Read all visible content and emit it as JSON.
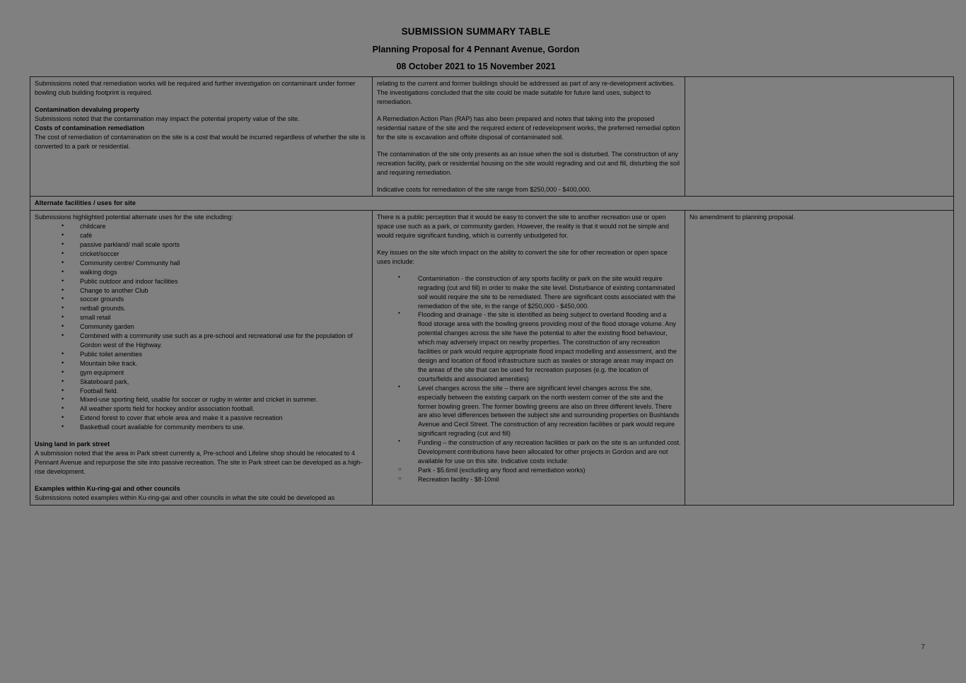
{
  "document": {
    "title": "SUBMISSION SUMMARY TABLE",
    "subtitle": "Planning Proposal for 4 Pennant Avenue, Gordon",
    "date_range": "08 October 2021 to 15 November 2021",
    "page_number": "7",
    "band_color": "#cfe3dc",
    "background_color": "#808080"
  },
  "rows": {
    "contamination": {
      "submissions": {
        "intro": "Submissions noted that remediation works will be required and further investigation on contaminant under former bowling club building footprint is required.",
        "heading_devaluing": "Contamination devaluing property",
        "text_devaluing": "Submissions noted that the contamination may impact the potential property value of the site.",
        "heading_costs": "Costs of contamination remediation",
        "text_costs": "The cost of remediation of contamination on the site is a cost that would be incurred regardless of whether the site is converted to a park or residential."
      },
      "response": {
        "para1": "relating to the current and former buildings should be addressed as part of any re-development activities. The investigations concluded that the site could be made suitable for future land uses, subject to remediation.",
        "para2": "A Remediation Action Plan (RAP) has also been prepared and notes that taking into the proposed residential nature of the site and the required extent of redevelopment works, the preferred remedial option for the site is excavation and offsite disposal of contaminated soil.",
        "para3": "The contamination of the site only presents as an issue when the soil is disturbed. The construction of any recreation facility, park or residential housing on the site would regrading and cut and fill, disturbing the soil and requiring remediation.",
        "para4": "Indicative costs for remediation of the site range from $250,000 - $400,000."
      },
      "amendment": ""
    },
    "section_band": {
      "label": "Alternate facilities / uses for site"
    },
    "alternate_uses": {
      "submissions": {
        "intro": "Submissions highlighted potential alternate uses for the site including:",
        "bullets": [
          "childcare",
          "café",
          "passive parkland/ mall scale sports",
          "cricket/soccer",
          "Community centre/ Community hall",
          "walking dogs",
          "Public outdoor and indoor facilities",
          "Change to another Club",
          "soccer grounds",
          "netball grounds.",
          "small retail",
          "Community garden",
          "Combined with a community use such as a pre-school and recreational use for the population of Gordon west of the Highway.",
          "Public toilet amenities",
          "Mountain bike track.",
          "gym equipment",
          "Skateboard park,",
          "Football field.",
          "Mixed-use sporting field, usable for soccer or rugby in winter and cricket in summer.",
          "All weather sports field for hockey and/or association football.",
          "Extend forest to cover that whole area and make it a passive recreation",
          "Basketball court available for community members to use."
        ],
        "heading_park_street": "Using land in park street",
        "text_park_street": "A submission noted that the area in Park street currently a, Pre-school and Lifeline shop should be relocated to 4 Pennant Avenue and repurpose the site into passive recreation. The site in Park street can be developed as a high-rise development.",
        "heading_examples": "Examples within Ku-ring-gai and other councils",
        "text_examples": "Submissions noted examples within Ku-ring-gai and other councils in what the site could be developed as"
      },
      "response": {
        "para1": "There is a public perception that it would be easy to convert the site to another recreation use or open space use such as a park, or community garden. However, the reality is that it would not be simple and would require significant funding, which is currently unbudgeted for.",
        "para2": "Key issues on the site which impact on the ability to convert the site for other recreation or open space uses include:",
        "bullets": [
          "Contamination - the construction of any sports facility or park on the site would require regrading (cut and fill) in order to make the site level. Disturbance of existing contaminated soil would require the site to be remediated.  There are significant costs associated with the remediation of the site, in the range of $250,000 - $450,000.",
          "Flooding and drainage - the site is identified as being subject to overland flooding and a flood storage area with the bowling greens providing most of the flood storage volume.  Any potential changes across the site have the potential to alter the existing flood behaviour, which may adversely impact on nearby properties.  The construction of any recreation facilities or park would require appropriate flood impact modelling and assessment, and the design and location of flood infrastructure such as swales or storage areas may impact on the areas of the site that can be used for recreation purposes (e.g. the location of courts/fields and associated amenities)",
          "Level changes across the site – there are significant level changes across the site, especially between the existing carpark on the north western corner of the site and the former bowling green.  The former bowling greens are also on three different levels. There are also level differences between the subject site and surrounding properties on Bushlands Avenue and Cecil Street.  The construction of any recreation facilities or park would require significant regrading (cut and fill)",
          "Funding – the construction of any recreation facilities or park on the site is an unfunded cost. Development contributions have been allocated for other projects in Gordon and are not available for use on this site. Indicative costs include:"
        ],
        "sub_bullets": [
          "Park - $5.6mil (excluding any flood and remediation works)",
          "Recreation facility - $8-10mil"
        ]
      },
      "amendment": "No amendment to planning proposal."
    }
  }
}
